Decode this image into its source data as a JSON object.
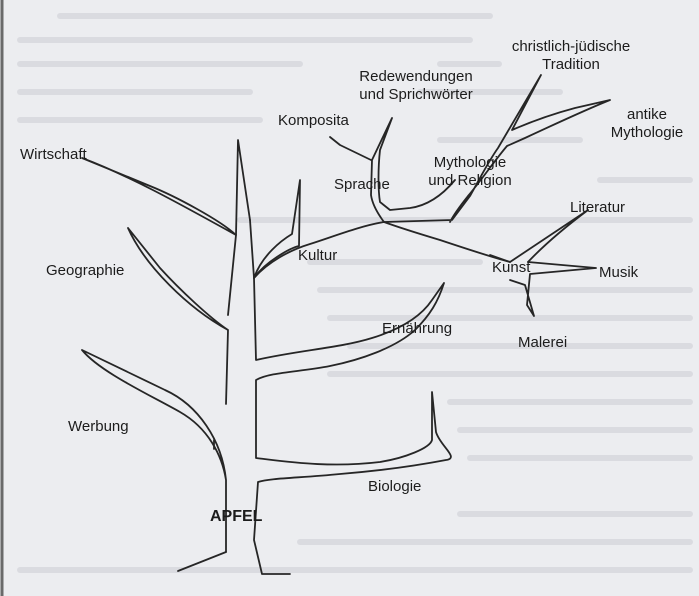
{
  "tree": {
    "root": "APFEL",
    "branches": {
      "wirtschaft": "Wirtschaft",
      "geographie": "Geographie",
      "werbung": "Werbung",
      "kultur": "Kultur",
      "sprache": "Sprache",
      "komposita": "Komposita",
      "redewendungen": "Redewendungen und Sprichwörter",
      "mythologie_religion": "Mythologie und Religion",
      "christlich_juedisch": "christlich-jüdische Tradition",
      "antike_mythologie": "antike Mythologie",
      "kunst": "Kunst",
      "literatur": "Literatur",
      "musik": "Musik",
      "malerei": "Malerei",
      "ernaehrung": "Ernährung",
      "biologie": "Biologie"
    }
  }
}
